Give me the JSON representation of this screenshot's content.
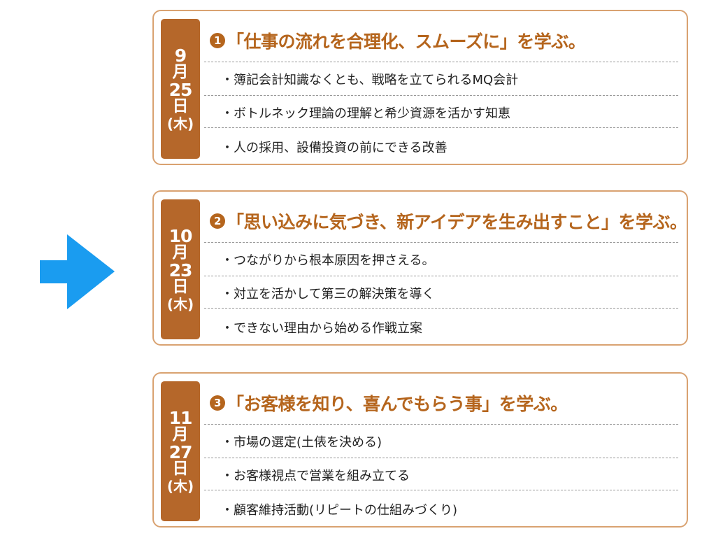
{
  "arrow": {
    "icon": "arrow-right-icon",
    "color": "#1a9cf0"
  },
  "accent_color": "#b5672a",
  "sessions": [
    {
      "month": "9",
      "month_kanji": "月",
      "day": "25",
      "day_kanji": "日",
      "weekday": "(木)",
      "number": "1",
      "title": "「仕事の流れを合理化、スムーズに」を学ぶ。",
      "items": [
        "・簿記会計知識なくとも、戦略を立てられるMQ会計",
        "・ボトルネック理論の理解と希少資源を活かす知恵",
        "・人の採用、設備投資の前にできる改善"
      ]
    },
    {
      "month": "10",
      "month_kanji": "月",
      "day": "23",
      "day_kanji": "日",
      "weekday": "(木)",
      "number": "2",
      "title": "「思い込みに気づき、新アイデアを生み出すこと」を学ぶ。",
      "items": [
        "・つながりから根本原因を押さえる。",
        "・対立を活かして第三の解決策を導く",
        "・できない理由から始める作戦立案"
      ]
    },
    {
      "month": "11",
      "month_kanji": "月",
      "day": "27",
      "day_kanji": "日",
      "weekday": "(木)",
      "number": "3",
      "title": "「お客様を知り、喜んでもらう事」を学ぶ。",
      "items": [
        "・市場の選定(土俵を決める)",
        "・お客様視点で営業を組み立てる",
        "・顧客維持活動(リピートの仕組みづくり)"
      ]
    }
  ]
}
